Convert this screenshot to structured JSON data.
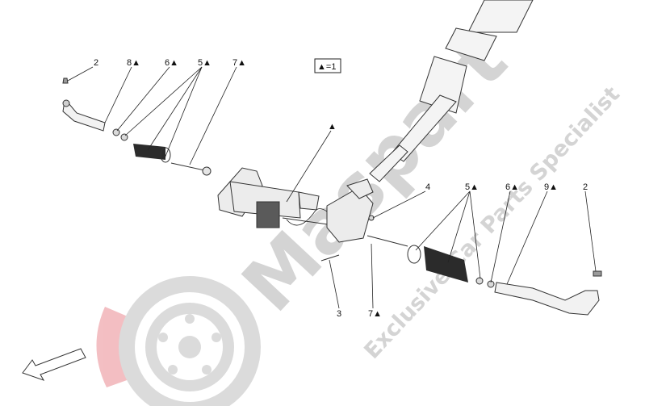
{
  "legend": {
    "symbol": "▲",
    "equals": "=1"
  },
  "watermark": {
    "brand": "Maspart",
    "tagline": "Exclusive Car Parts Specialist"
  },
  "callouts": [
    {
      "num": "2",
      "sym": ""
    },
    {
      "num": "8",
      "sym": "▲"
    },
    {
      "num": "6",
      "sym": "▲"
    },
    {
      "num": "5",
      "sym": "▲"
    },
    {
      "num": "7",
      "sym": "▲"
    },
    {
      "num": "",
      "sym": "▲"
    },
    {
      "num": "4",
      "sym": ""
    },
    {
      "num": "5",
      "sym": "▲"
    },
    {
      "num": "6",
      "sym": "▲"
    },
    {
      "num": "9",
      "sym": "▲"
    },
    {
      "num": "2",
      "sym": ""
    },
    {
      "num": "3",
      "sym": ""
    },
    {
      "num": "7",
      "sym": "▲"
    }
  ],
  "icons": {
    "direction": "front-arrow-icon",
    "logo": "brake-disc-logo-icon"
  },
  "colors": {
    "watermark_grey": "#d4d4d4",
    "logo_red": "#f2b8bc",
    "line": "#333333"
  }
}
